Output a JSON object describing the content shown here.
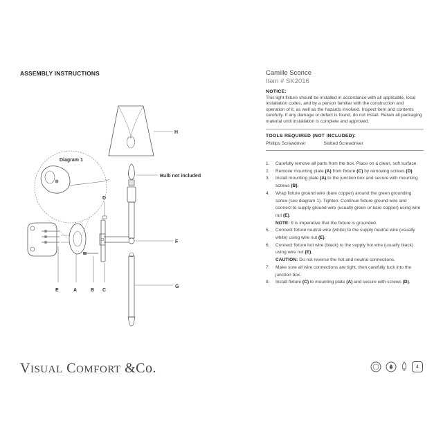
{
  "heading": "ASSEMBLY INSTRUCTIONS",
  "diagram": {
    "diagram1_label": "Diagram 1",
    "bulb_label": "Bulb not included",
    "letters": {
      "H": "H",
      "D": "D",
      "F": "F",
      "G": "G",
      "E": "E",
      "A": "A",
      "B": "B",
      "C": "C"
    }
  },
  "product": {
    "name": "Camille Sconce",
    "item": "Item # SK2016"
  },
  "notice": {
    "title": "NOTICE:",
    "text": "This light fixture should be installed in accordance with all applicable, local installation codes, and by a person familiar with the construction and operation of it, as well as the hazards involved. Inspect item and contents carefully. If any damage or defect is found, do not install. Retain all packaging material until installation is complete and approved."
  },
  "tools": {
    "title": "TOOLS REQUIRED (NOT INCLUDED):",
    "items": [
      "Phillips Screwdriver",
      "Slotted Screwdriver"
    ]
  },
  "steps": [
    {
      "n": "1.",
      "parts": [
        [
          "t",
          "Carefully remove all parts from the box. Place on a clean, soft surface."
        ]
      ]
    },
    {
      "n": "2.",
      "parts": [
        [
          "t",
          "Remove mounting plate "
        ],
        [
          "b",
          "(A)"
        ],
        [
          "t",
          " from fixture "
        ],
        [
          "b",
          "(C)"
        ],
        [
          "t",
          " by removing screws "
        ],
        [
          "b",
          "(D)"
        ],
        [
          "t",
          "."
        ]
      ]
    },
    {
      "n": "3.",
      "parts": [
        [
          "t",
          "Install mounting plate "
        ],
        [
          "b",
          "(A)"
        ],
        [
          "t",
          " to the junction box and secure with mounting screws "
        ],
        [
          "b",
          "(B)"
        ],
        [
          "t",
          "."
        ]
      ]
    },
    {
      "n": "4.",
      "parts": [
        [
          "t",
          "Wrap fixture ground wire (bare copper) around the green grounding screw (see diagram 1). Tighten. Continue fixture ground wire and connect to supply ground wire (usually green or bare copper) using wire nut "
        ],
        [
          "b",
          "(E)"
        ],
        [
          "t",
          "."
        ]
      ],
      "note": [
        "NOTE:",
        " It is imperative that the fixture is grounded."
      ]
    },
    {
      "n": "5.",
      "parts": [
        [
          "t",
          "Connect fixture neutral wire (white) to the supply neutral wire (usually white) using wire nut "
        ],
        [
          "b",
          "(E)"
        ],
        [
          "t",
          "."
        ]
      ]
    },
    {
      "n": "6.",
      "parts": [
        [
          "t",
          "Connect fixture hot wire (black) to the supply hot wire (usually black) using wire nut "
        ],
        [
          "b",
          "(E)"
        ],
        [
          "t",
          "."
        ]
      ],
      "note": [
        "CAUTION:",
        " Do not reverse the hot and neutral connections."
      ]
    },
    {
      "n": "7.",
      "parts": [
        [
          "t",
          "Make sure all wire connections are tight, then carefully tuck into the junction box."
        ]
      ]
    },
    {
      "n": "8.",
      "parts": [
        [
          "t",
          "Install fixture "
        ],
        [
          "b",
          "(C)"
        ],
        [
          "t",
          " to mounting plate "
        ],
        [
          "b",
          "(A)"
        ],
        [
          "t",
          " and secure with screws "
        ],
        [
          "b",
          "(D)"
        ],
        [
          "t",
          "."
        ]
      ]
    }
  ],
  "brand": {
    "v": "V",
    "isual": "ISUAL",
    "c": "C",
    "omfort": "OMFORT",
    "amp": "&",
    "co": "Co."
  },
  "page_number": "4",
  "icons": [
    "etl-listed-icon",
    "damp-rated-icon",
    "bulb-icon"
  ]
}
